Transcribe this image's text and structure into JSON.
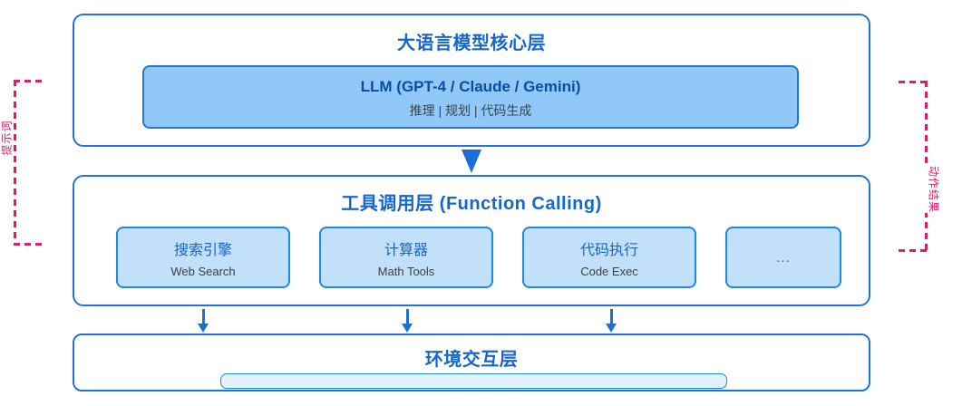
{
  "colors": {
    "border_blue": "#2272DC",
    "title_blue": "#1566CD",
    "llm_fill": "#90C8F8",
    "llm_title_blue": "#0B4CA5",
    "tool_fill": "#C2E0FA",
    "pill_fill": "#E3F2FD",
    "subtitle_gray": "#3C4043",
    "accent_pink": "#E6186B",
    "arrow_blue": "#1B6FD8"
  },
  "side_labels": {
    "left": "提示词",
    "right": "动作结果"
  },
  "layers": {
    "core": {
      "title": "大语言模型核心层",
      "llm": {
        "title": "LLM (GPT-4 / Claude / Gemini)",
        "subtitle": "推理 | 规划 | 代码生成"
      }
    },
    "tools": {
      "title": "工具调用层 (Function Calling)",
      "items": [
        {
          "title": "搜索引擎",
          "subtitle": "Web Search"
        },
        {
          "title": "计算器",
          "subtitle": "Math Tools"
        },
        {
          "title": "代码执行",
          "subtitle": "Code Exec"
        },
        {
          "title": "...",
          "subtitle": ""
        }
      ]
    },
    "env": {
      "title": "环境交互层"
    }
  }
}
